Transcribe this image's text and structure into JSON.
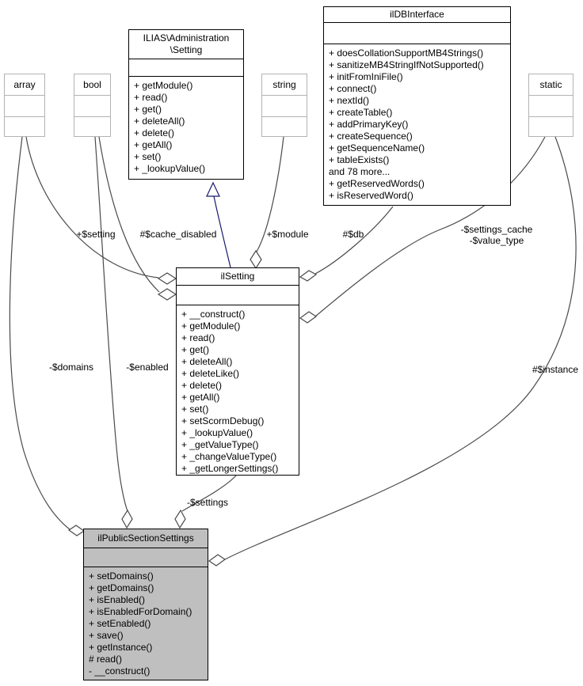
{
  "diagram_type": "uml-collaboration-diagram",
  "colors": {
    "inheritance_edge": "#191970",
    "association_edge": "#4a4a4a",
    "highlighted_class_fill": "#bfbfbf",
    "type_box_border": "#b3b3b3",
    "class_border": "#000000",
    "background": "#ffffff"
  },
  "classes": {
    "array": {
      "name": "array"
    },
    "bool": {
      "name": "bool"
    },
    "string": {
      "name": "string"
    },
    "static": {
      "name": "static"
    },
    "setting_ns": {
      "name": "ILIAS\\Administration\n\\Setting",
      "methods": [
        "+ getModule()",
        "+ read()",
        "+ get()",
        "+ deleteAll()",
        "+ delete()",
        "+ getAll()",
        "+ set()",
        "+ _lookupValue()"
      ]
    },
    "db_interface": {
      "name": "ilDBInterface",
      "methods": [
        "+ doesCollationSupportMB4Strings()",
        "+ sanitizeMB4StringIfNotSupported()",
        "+ initFromIniFile()",
        "+ connect()",
        "+ nextId()",
        "+ createTable()",
        "+ addPrimaryKey()",
        "+ createSequence()",
        "+ getSequenceName()",
        "+ tableExists()",
        "and 78 more...",
        "+ getReservedWords()",
        "+ isReservedWord()"
      ]
    },
    "il_setting": {
      "name": "ilSetting",
      "methods": [
        "+ __construct()",
        "+ getModule()",
        "+ read()",
        "+ get()",
        "+ deleteAll()",
        "+ deleteLike()",
        "+ delete()",
        "+ getAll()",
        "+ set()",
        "+ setScormDebug()",
        "+ _lookupValue()",
        "+ _getValueType()",
        "+ _changeValueType()",
        "+ _getLongerSettings()"
      ]
    },
    "public_section_settings": {
      "name": "ilPublicSectionSettings",
      "methods": [
        "+ setDomains()",
        "+ getDomains()",
        "+ isEnabled()",
        "+ isEnabledForDomain()",
        "+ setEnabled()",
        "+ save()",
        "+ getInstance()",
        "# read()",
        "- __construct()"
      ]
    }
  },
  "edges": [
    {
      "from": "array",
      "to": "ilSetting",
      "type": "aggregation",
      "label": "+$setting"
    },
    {
      "from": "bool",
      "to": "ilSetting",
      "type": "aggregation",
      "label": "#$cache_disabled"
    },
    {
      "from": "string",
      "to": "ilSetting",
      "type": "aggregation",
      "label": "+$module"
    },
    {
      "from": "ilDBInterface",
      "to": "ilSetting",
      "type": "aggregation",
      "label": "#$db"
    },
    {
      "from": "static",
      "to": "ilSetting",
      "type": "aggregation",
      "label": "-$settings_cache\n-$value_type"
    },
    {
      "from": "array",
      "to": "ilPublicSectionSettings",
      "type": "aggregation",
      "label": "-$domains"
    },
    {
      "from": "bool",
      "to": "ilPublicSectionSettings",
      "type": "aggregation",
      "label": "-$enabled"
    },
    {
      "from": "static",
      "to": "ilPublicSectionSettings",
      "type": "aggregation",
      "label": "#$instance"
    },
    {
      "from": "ilSetting",
      "to": "ilPublicSectionSettings",
      "type": "aggregation",
      "label": "-$settings"
    },
    {
      "from": "ilSetting",
      "to": "ILIAS\\Administration\\Setting",
      "type": "inheritance",
      "label": ""
    }
  ]
}
